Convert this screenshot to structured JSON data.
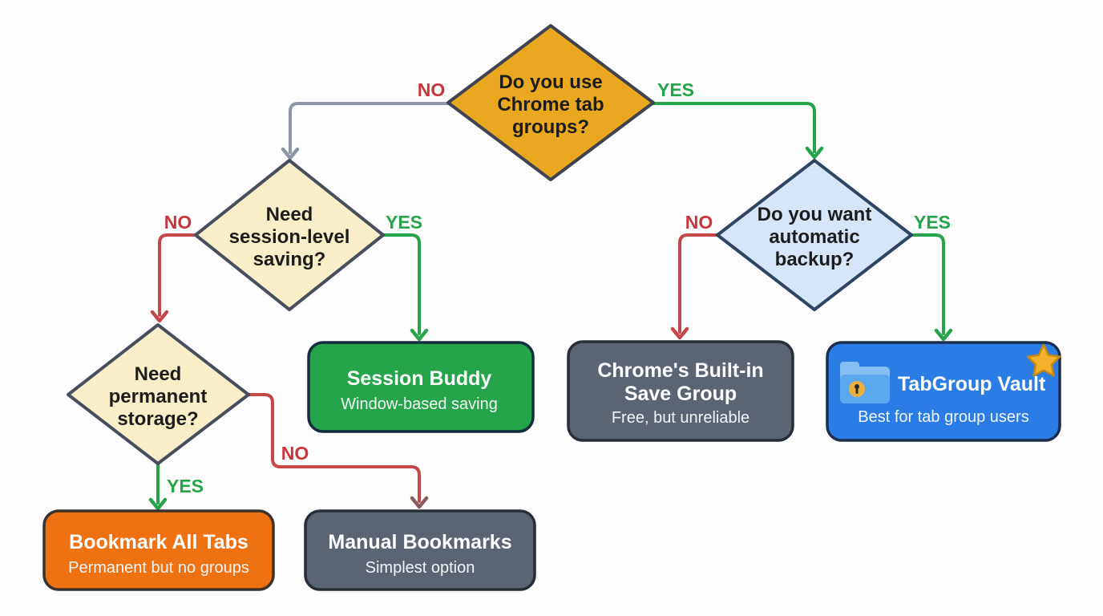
{
  "labels": {
    "yes": "YES",
    "no": "NO"
  },
  "colors": {
    "background": "#FDFDFD",
    "amber_fill": "#E9A81F",
    "amber_border": "#3E4450",
    "cream_fill": "#F8EFC8",
    "cream_border": "#474E5D",
    "lightblue_fill": "#D7E5F8",
    "lightblue_border": "#2F4565",
    "green_fill": "#26A44A",
    "green_border": "#142C40",
    "gray_fill": "#5B6472",
    "gray_border": "#272E38",
    "blue_fill": "#2C7CE5",
    "blue_border": "#1A2F4E",
    "orange_fill": "#EE7112",
    "orange_border": "#38332F",
    "edge_gray": "#8C96A6",
    "edge_green": "#27A349",
    "edge_red": "#C64747",
    "edge_darkred": "#8B5C5E",
    "label_no": "#C8363C",
    "label_yes": "#27A349",
    "text_dark": "#1C1C1C",
    "text_light": "#FFFFFF",
    "text_sub": "#F2F5F7",
    "star_gold": "#F3B229",
    "star_border": "#C9880F",
    "folder_blue": "#5BA8EE",
    "folder_light": "#85C0F4",
    "lock_gold": "#ECB03C",
    "lock_dark": "#2A2A2A"
  },
  "icons": {
    "vault_logo": "folder-lock-icon",
    "recommended_badge": "star-icon"
  },
  "decisions": {
    "root": {
      "lines": [
        "Do you use",
        "Chrome tab",
        "groups?"
      ]
    },
    "session": {
      "lines": [
        "Need",
        "session-level",
        "saving?"
      ]
    },
    "permanent": {
      "lines": [
        "Need",
        "permanent",
        "storage?"
      ]
    },
    "backup": {
      "lines": [
        "Do you want",
        "automatic",
        "backup?"
      ]
    }
  },
  "results": {
    "session_buddy": {
      "title": "Session Buddy",
      "subtitle": "Window-based saving"
    },
    "chrome_builtin": {
      "title_line1": "Chrome's Built-in",
      "title_line2": "Save Group",
      "subtitle": "Free, but unreliable"
    },
    "tabgroup_vault": {
      "title": "TabGroup Vault",
      "subtitle": "Best for tab group users"
    },
    "bookmark_all": {
      "title": "Bookmark All Tabs",
      "subtitle": "Permanent but no groups"
    },
    "manual_bookmarks": {
      "title": "Manual Bookmarks",
      "subtitle": "Simplest option"
    }
  }
}
